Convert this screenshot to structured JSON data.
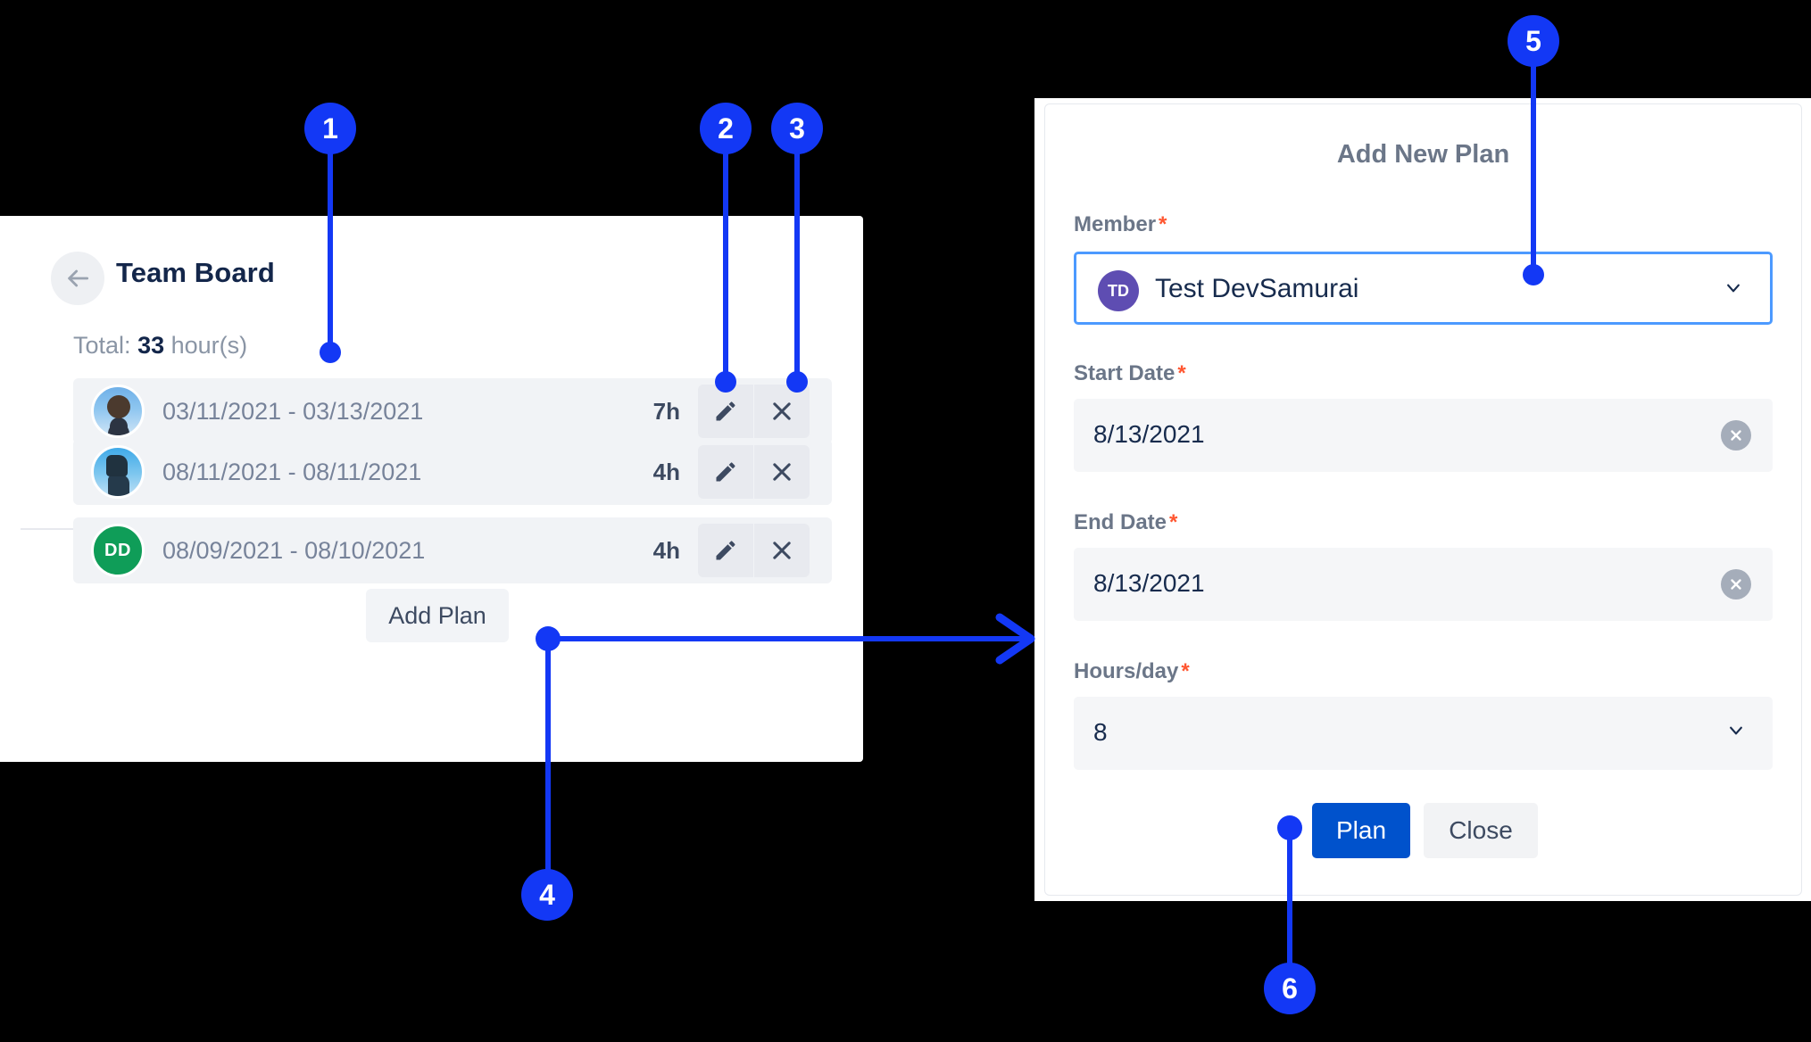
{
  "board": {
    "title": "Team Board",
    "back_icon": "arrow-left-icon",
    "total_prefix": "Total:",
    "total_value": "33",
    "total_suffix": "hour(s)",
    "add_plan_label": "Add Plan",
    "rows": [
      {
        "avatar_type": "photo",
        "avatar_text": "",
        "dates": "03/11/2021 - 03/13/2021",
        "hours": "7h",
        "edit_icon": "pencil-icon",
        "delete_icon": "close-x-icon"
      },
      {
        "avatar_type": "photo",
        "avatar_text": "",
        "dates": "08/11/2021 - 08/11/2021",
        "hours": "4h",
        "edit_icon": "pencil-icon",
        "delete_icon": "close-x-icon"
      },
      {
        "avatar_type": "initials",
        "avatar_text": "DD",
        "dates": "08/09/2021 - 08/10/2021",
        "hours": "4h",
        "edit_icon": "pencil-icon",
        "delete_icon": "close-x-icon"
      }
    ]
  },
  "dialog": {
    "title": "Add New Plan",
    "required_mark": "*",
    "fields": {
      "member": {
        "label": "Member",
        "value": "Test DevSamurai",
        "avatar_initials": "TD",
        "control": "select",
        "chevron_icon": "chevron-down-icon"
      },
      "start_date": {
        "label": "Start Date",
        "value": "8/13/2021",
        "control": "date",
        "clear_icon": "clear-circle-icon"
      },
      "end_date": {
        "label": "End Date",
        "value": "8/13/2021",
        "control": "date",
        "clear_icon": "clear-circle-icon"
      },
      "hours_per_day": {
        "label": "Hours/day",
        "value": "8",
        "control": "select",
        "chevron_icon": "chevron-down-icon"
      }
    },
    "submit_label": "Plan",
    "close_label": "Close"
  },
  "callouts": [
    {
      "number": "1"
    },
    {
      "number": "2"
    },
    {
      "number": "3"
    },
    {
      "number": "4"
    },
    {
      "number": "5"
    },
    {
      "number": "6"
    }
  ],
  "colors": {
    "callout_blue": "#1338f5",
    "primary_blue": "#0052cc",
    "focus_blue": "#4c9aff",
    "required_red": "#ff5630",
    "avatar_purple": "#5e4db2",
    "avatar_green": "#0f9d58",
    "text_dark": "#172b4d",
    "text_muted": "#77839a",
    "row_bg": "#f1f3f6",
    "page_bg": "#000000"
  }
}
